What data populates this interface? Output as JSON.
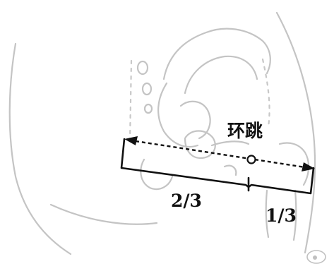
{
  "labels": {
    "acupoint": "环跳",
    "segment_left": "2/3",
    "segment_right": "1/3"
  },
  "colors": {
    "outline": "#c4c4c4",
    "ink": "#111111",
    "background": "#ffffff"
  }
}
